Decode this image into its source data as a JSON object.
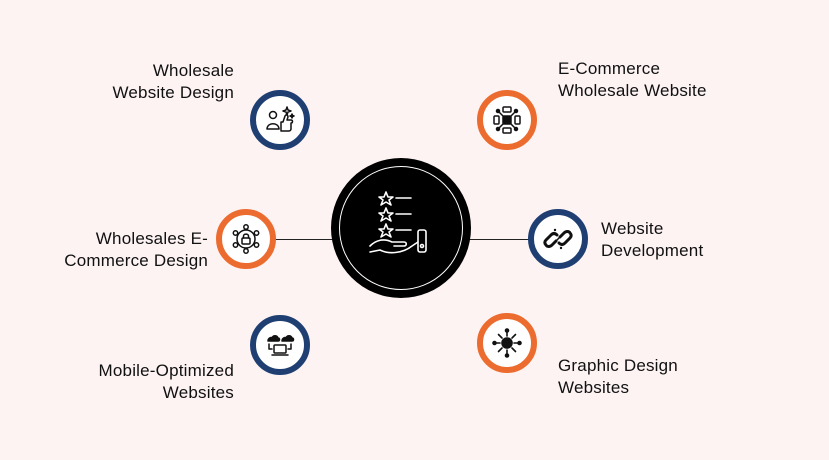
{
  "hub": {
    "icon": "rating-hand-icon"
  },
  "nodes": [
    {
      "key": "wholesale-website-design",
      "lines": [
        "Wholesale",
        "Website Design"
      ],
      "icon": "users-sparkle-icon",
      "color": "#1f3f73"
    },
    {
      "key": "wholesales-ecommerce-design",
      "lines": [
        "Wholesales E-",
        "Commerce Design"
      ],
      "icon": "network-lock-icon",
      "color": "#ec6b2e"
    },
    {
      "key": "mobile-optimized-websites",
      "lines": [
        "Mobile-Optimized",
        "Websites"
      ],
      "icon": "cloud-devices-icon",
      "color": "#1f3f73"
    },
    {
      "key": "ecommerce-wholesale-website",
      "lines": [
        "E-Commerce",
        "Wholesale Website"
      ],
      "icon": "workflow-icon",
      "color": "#ec6b2e"
    },
    {
      "key": "website-development",
      "lines": [
        "Website",
        "Development"
      ],
      "icon": "chain-link-icon",
      "color": "#1f3f73"
    },
    {
      "key": "graphic-design-websites",
      "lines": [
        "Graphic Design",
        "Websites"
      ],
      "icon": "hub-sparkle-icon",
      "color": "#ec6b2e"
    }
  ],
  "colors": {
    "background": "#fdf3f3",
    "navy": "#1f3f73",
    "orange": "#ec6b2e",
    "hub": "#000000"
  }
}
